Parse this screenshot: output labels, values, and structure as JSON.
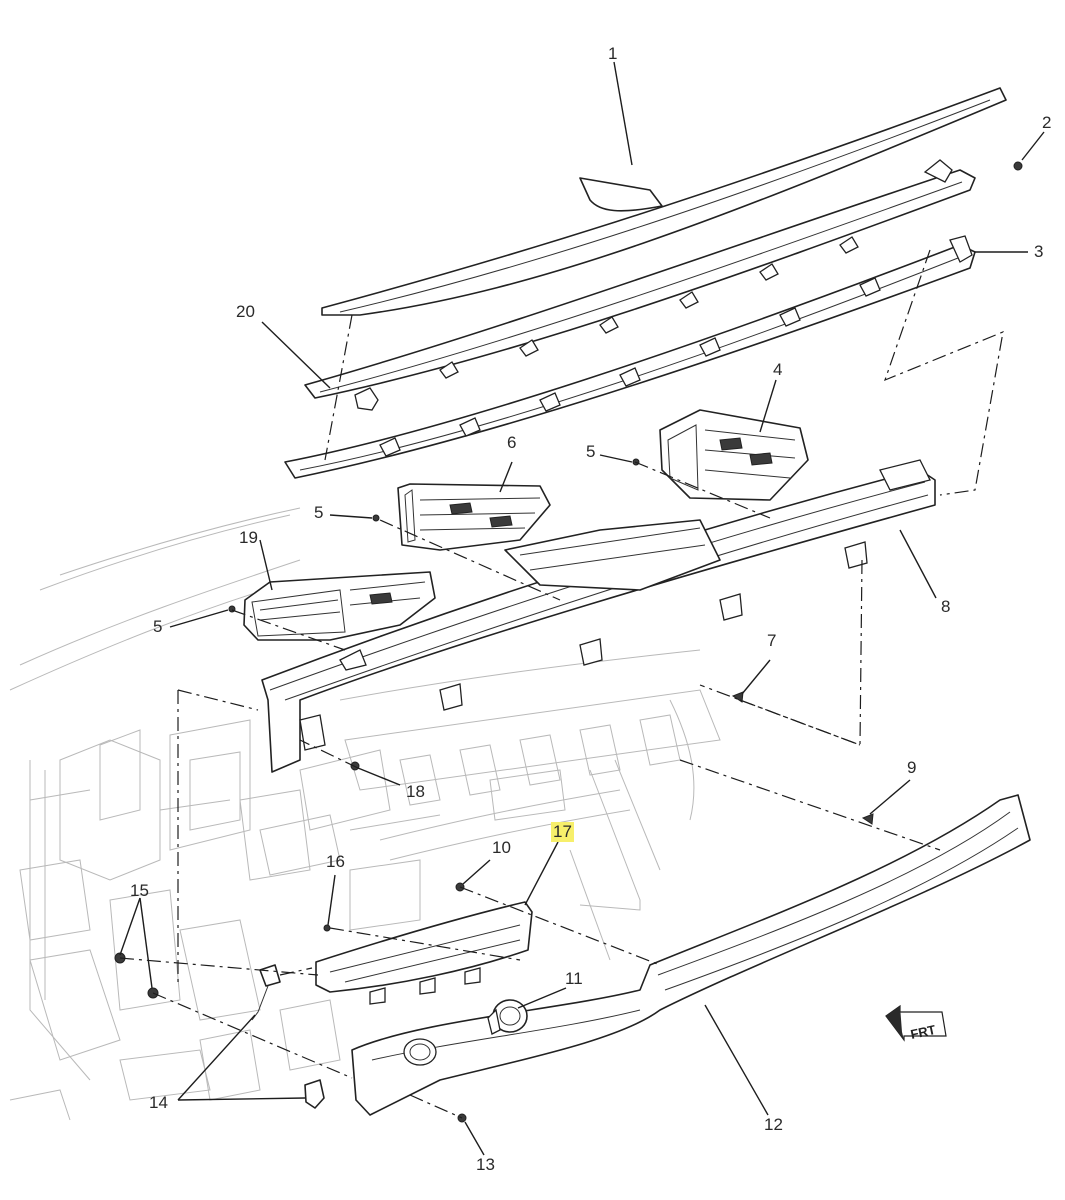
{
  "callouts": [
    {
      "id": "1",
      "text": "1"
    },
    {
      "id": "2",
      "text": "2"
    },
    {
      "id": "3",
      "text": "3"
    },
    {
      "id": "4",
      "text": "4"
    },
    {
      "id": "5a",
      "text": "5"
    },
    {
      "id": "5b",
      "text": "5"
    },
    {
      "id": "5c",
      "text": "5"
    },
    {
      "id": "6",
      "text": "6"
    },
    {
      "id": "7",
      "text": "7"
    },
    {
      "id": "8",
      "text": "8"
    },
    {
      "id": "9",
      "text": "9"
    },
    {
      "id": "10",
      "text": "10"
    },
    {
      "id": "11",
      "text": "11"
    },
    {
      "id": "12",
      "text": "12"
    },
    {
      "id": "13",
      "text": "13"
    },
    {
      "id": "14",
      "text": "14"
    },
    {
      "id": "15",
      "text": "15"
    },
    {
      "id": "16",
      "text": "16"
    },
    {
      "id": "17",
      "text": "17",
      "highlighted": true
    },
    {
      "id": "18",
      "text": "18"
    },
    {
      "id": "19",
      "text": "19"
    },
    {
      "id": "20",
      "text": "20"
    }
  ],
  "front_indicator": {
    "text": "FRT",
    "icon": "arrow-front-icon"
  },
  "colors": {
    "highlight": "#f7ef6b",
    "line": "#1d1d1d",
    "background_lines": "#b9b9b9"
  }
}
